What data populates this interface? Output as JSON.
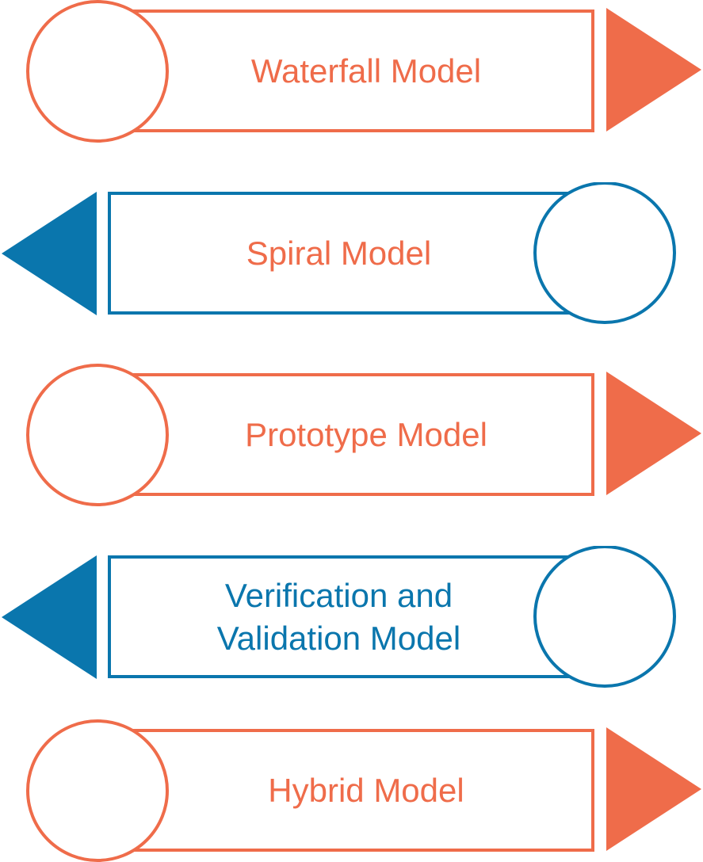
{
  "diagram": {
    "colors": {
      "orange": "#ef6c4a",
      "blue": "#0a76ad"
    },
    "items": [
      {
        "label": "Waterfall Model",
        "direction": "right",
        "stroke": "#ef6c4a",
        "text_color": "#ef6c4a",
        "arrow_icon": "right-arrow-icon"
      },
      {
        "label": "Spiral Model",
        "direction": "left",
        "stroke": "#0a76ad",
        "text_color": "#ef6c4a",
        "arrow_icon": "left-arrow-icon"
      },
      {
        "label": "Prototype Model",
        "direction": "right",
        "stroke": "#ef6c4a",
        "text_color": "#ef6c4a",
        "arrow_icon": "right-arrow-icon"
      },
      {
        "label": "Verification and\nValidation Model",
        "direction": "left",
        "stroke": "#0a76ad",
        "text_color": "#0a76ad",
        "arrow_icon": "left-arrow-icon"
      },
      {
        "label": "Hybrid Model",
        "direction": "right",
        "stroke": "#ef6c4a",
        "text_color": "#ef6c4a",
        "arrow_icon": "right-arrow-icon"
      }
    ]
  }
}
